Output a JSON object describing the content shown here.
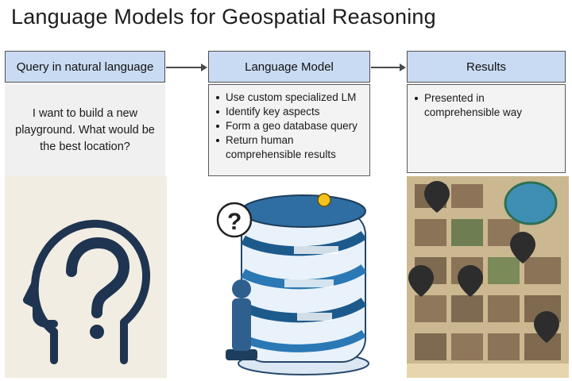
{
  "title": "Language Models for Geospatial Reasoning",
  "steps": [
    {
      "header": "Query in natural language"
    },
    {
      "header": "Language Model"
    },
    {
      "header": "Results"
    }
  ],
  "query_text": "I want to build a new playground. What would be the best location?",
  "language_model_bullets": [
    "Use custom specialized LM",
    "Identify key aspects",
    "Form a geo database query",
    "Return human comprehensible results"
  ],
  "results_bullets": [
    "Presented  in comprehensible way"
  ],
  "images": [
    {
      "icon": "head-question-icon"
    },
    {
      "icon": "data-tower-icon"
    },
    {
      "icon": "city-map-icon"
    }
  ],
  "colors": {
    "header_fill": "#c9dbf2",
    "header_border": "#4f4f4f",
    "body_fill": "#f0f0f0",
    "icon_navy": "#1f3450",
    "map_sand": "#c9b58e",
    "map_water": "#3f8fb5"
  }
}
